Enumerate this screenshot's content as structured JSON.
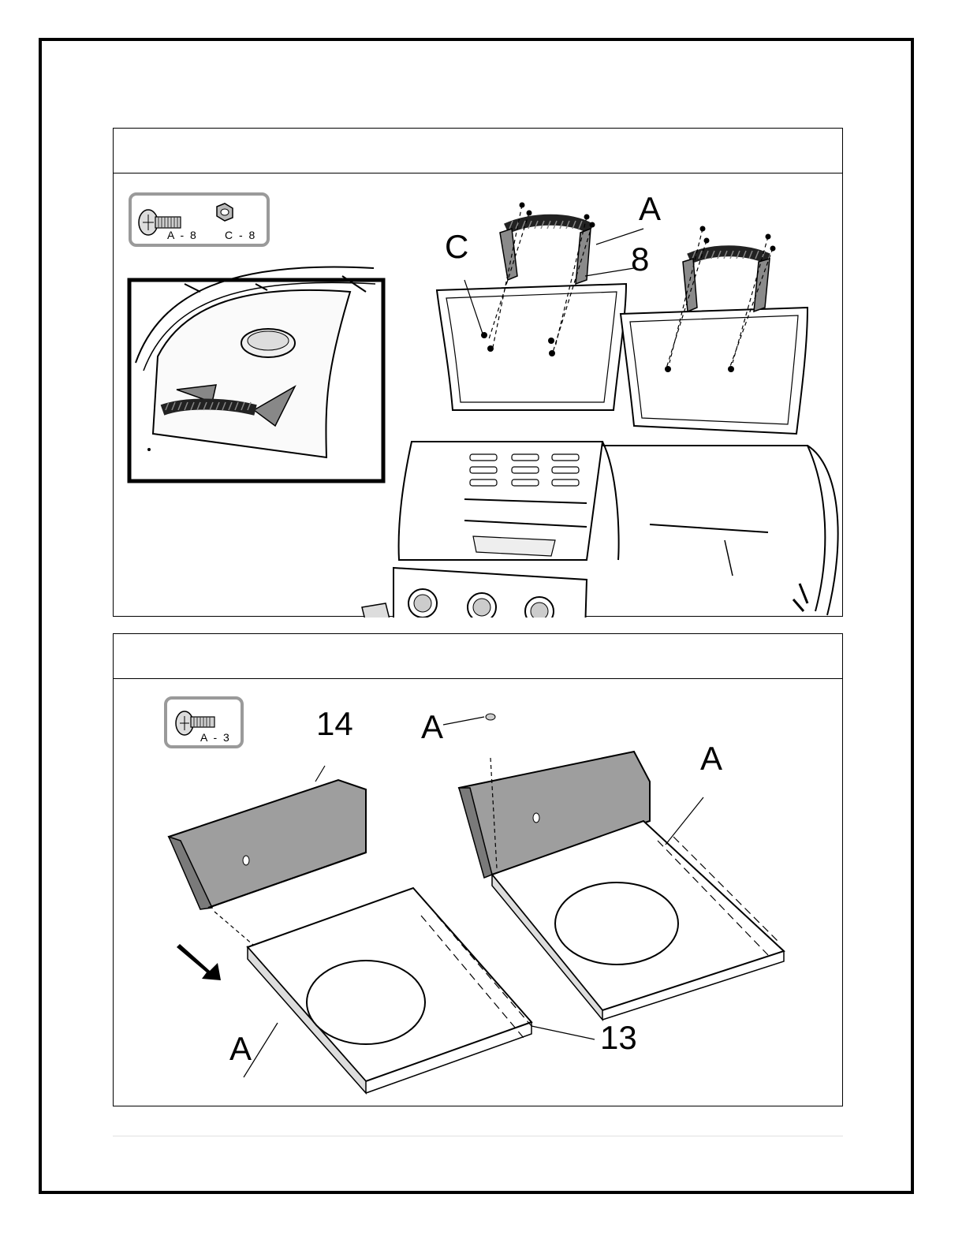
{
  "step1": {
    "title": "",
    "hardware": {
      "bolt_label": "A - 8",
      "nut_label": "C - 8"
    },
    "callouts": {
      "a": "A",
      "c": "C",
      "part": "8"
    }
  },
  "step2": {
    "title": "",
    "hardware": {
      "bolt_label": "A - 3"
    },
    "callouts": {
      "part_top": "14",
      "part_bottom": "13",
      "a_left": "A",
      "a_top": "A",
      "a_right": "A"
    }
  }
}
